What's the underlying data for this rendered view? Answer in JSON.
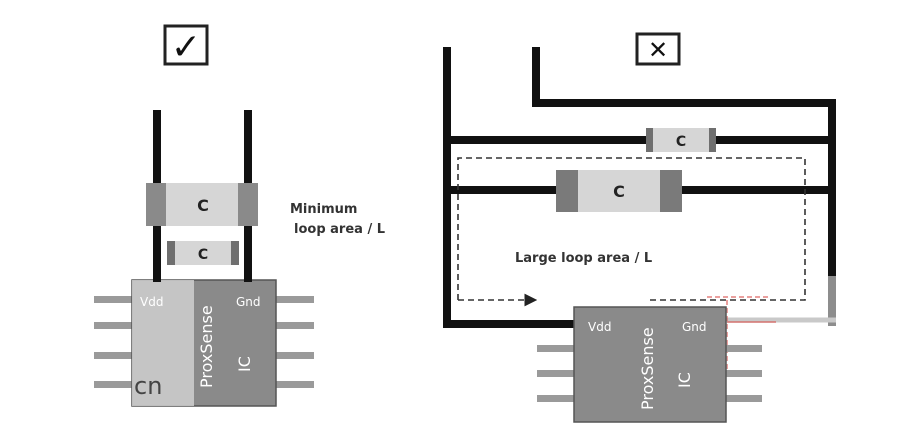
{
  "left_panel": {
    "verdict": "correct",
    "verdict_glyph": "✓",
    "cap_large_label": "C",
    "cap_small_label": "C",
    "loop_note_line1": "Minimum",
    "loop_note_line2": "loop area / L",
    "ic": {
      "pin_vdd": "Vdd",
      "pin_gnd": "Gnd",
      "name_line1": "ProxSense",
      "name_line2": "IC",
      "corner_text": "cn"
    }
  },
  "right_panel": {
    "verdict": "incorrect",
    "verdict_glyph": "✕",
    "cap_small_label": "C",
    "cap_large_label": "C",
    "loop_note": "Large loop area / L",
    "ic": {
      "pin_vdd": "Vdd",
      "pin_gnd": "Gnd",
      "name_line1": "ProxSense",
      "name_line2": "IC"
    }
  },
  "colors": {
    "wire": "#111111",
    "ic_body": "#8a8a8a",
    "ic_highlight": "#cfcfcf",
    "pin": "#9a9a9a",
    "cap_fill": "#d6d6d6",
    "cap_plate": "#6f6f6f",
    "loop_dash": "#333333",
    "red_trace": "#d9534f"
  }
}
